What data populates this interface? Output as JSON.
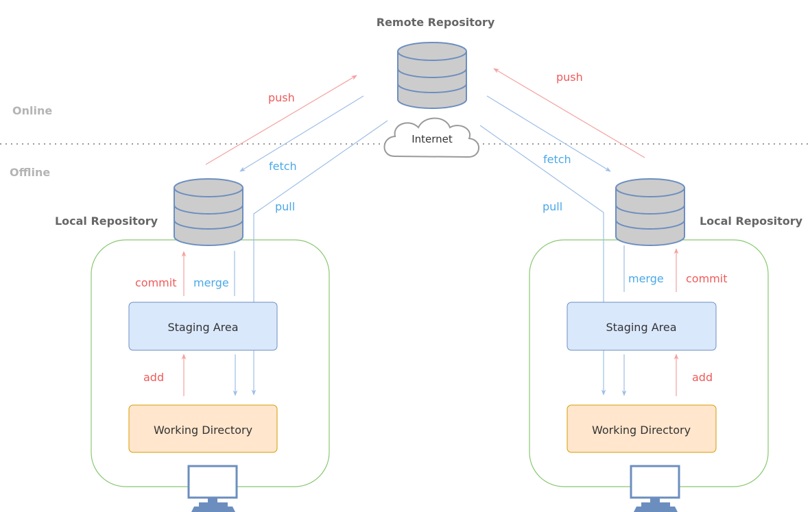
{
  "title": "Remote Repository",
  "zones": {
    "online": "Online",
    "offline": "Offline"
  },
  "cloud_label": "Internet",
  "left": {
    "repo_label": "Local Repository",
    "staging": "Staging Area",
    "working": "Working Directory",
    "push": "push",
    "fetch": "fetch",
    "pull": "pull",
    "commit": "commit",
    "merge": "merge",
    "add": "add"
  },
  "right": {
    "repo_label": "Local Repository",
    "staging": "Staging Area",
    "working": "Working Directory",
    "push": "push",
    "fetch": "fetch",
    "pull": "pull",
    "commit": "commit",
    "merge": "merge",
    "add": "add"
  },
  "colors": {
    "push": "#f05a5a",
    "fetch": "#4aa8e8",
    "arrow_red": "#f4a0a0",
    "arrow_blue": "#9dbde6",
    "zone_text": "#b4b4b4",
    "heading_text": "#666666",
    "box_green": "#88c870",
    "staging_fill": "#dae8fc",
    "staging_stroke": "#6c8ebf",
    "working_fill": "#ffe6cc",
    "working_stroke": "#d79b00",
    "db_fill": "#cccccc",
    "db_stroke": "#6c8ebf"
  }
}
